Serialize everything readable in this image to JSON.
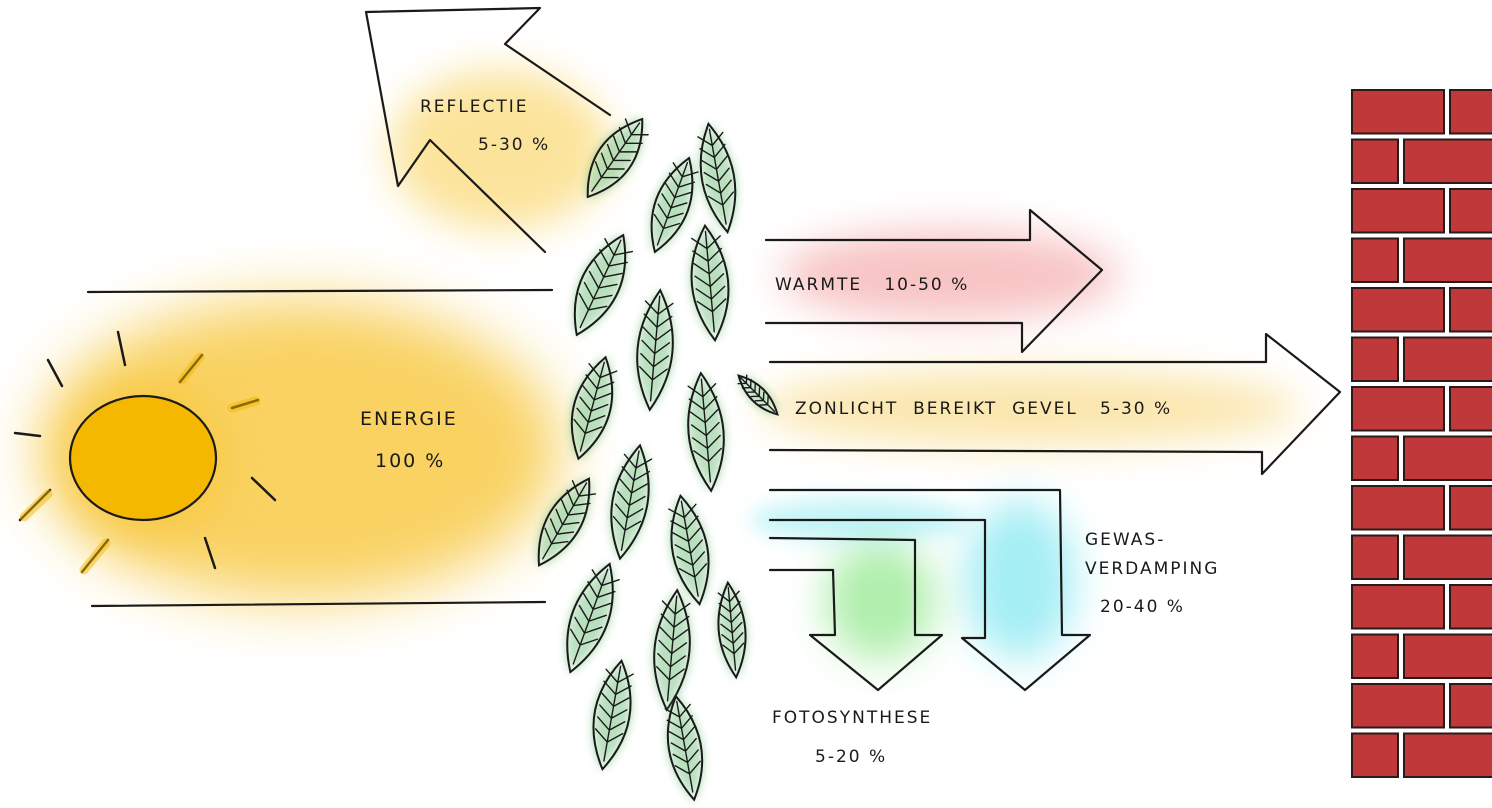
{
  "energy": {
    "line1": "ENERGIE",
    "line2": "100 %"
  },
  "reflection": {
    "line1": "REFLECTIE",
    "line2": "5-30 %"
  },
  "heat": {
    "text": "WARMTE   10-50 %"
  },
  "sunlight": {
    "text": "ZONLICHT  BEREIKT  GEVEL   5-30 %"
  },
  "evaporation": {
    "line1": "GEWAS-",
    "line2": "VERDAMPING",
    "line3": "20-40 %"
  },
  "photosynthesis": {
    "line1": "FOTOSYNTHESE",
    "line2": "5-20 %"
  },
  "colors": {
    "sun": "#f5b800",
    "sun_glow": "#f7c32e",
    "reflection_glow": "#f9d25a",
    "heat_glow": "#f4a4a4",
    "sunlight_glow": "#f7d26b",
    "evaporation_glow": "#7fe7f0",
    "photosynthesis_glow": "#8ee88a",
    "leaf": "#3aa84a",
    "brick": "#c0393a",
    "mortar": "#2a1a1a"
  },
  "icons": [
    "sun-icon",
    "leaf-cluster-icon",
    "brick-wall-icon"
  ]
}
